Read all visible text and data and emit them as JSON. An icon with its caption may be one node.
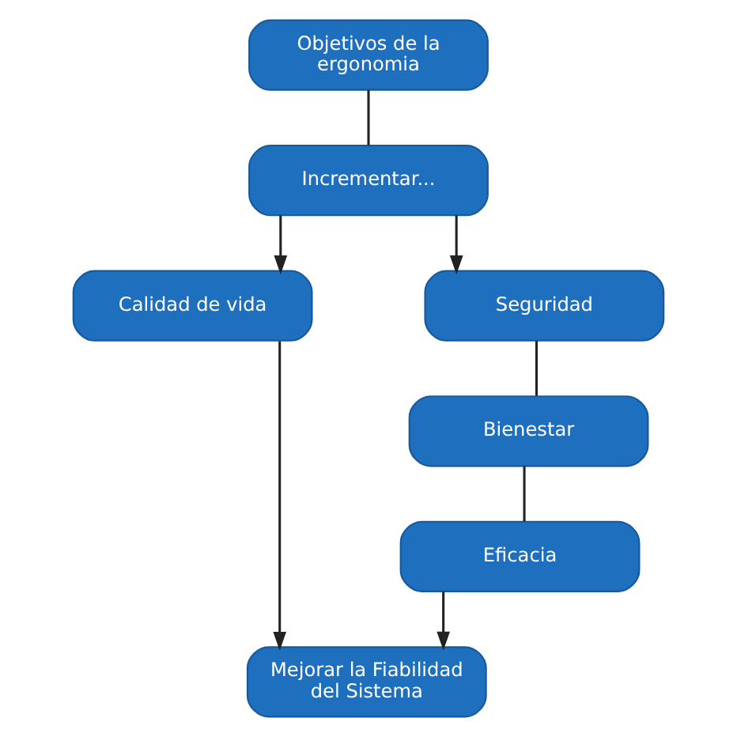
{
  "diagram": {
    "nodes": [
      {
        "text": [
          "Objetivos de la ergonomia"
        ]
      },
      {
        "text": [
          "Incrementar..."
        ]
      },
      {
        "text": [
          "Calidad de vida"
        ]
      },
      {
        "text": [
          "Seguridad"
        ]
      },
      {
        "text": [
          "Bienestar"
        ]
      },
      {
        "text": [
          "Eficacia"
        ]
      },
      {
        "text": [
          "Mejorar la Fiabilidad del Sistema"
        ]
      }
    ],
    "edges": [
      {
        "from": 0,
        "to": 1,
        "arrow": "none"
      },
      {
        "from": 1,
        "to": 2,
        "arrow": "to"
      },
      {
        "from": 1,
        "to": 3,
        "arrow": "to"
      },
      {
        "from": 3,
        "to": 4,
        "arrow": "none"
      },
      {
        "from": 4,
        "to": 5,
        "arrow": "none"
      },
      {
        "from": 2,
        "to": 6,
        "arrow": "to"
      },
      {
        "from": 5,
        "to": 6,
        "arrow": "to"
      }
    ]
  }
}
